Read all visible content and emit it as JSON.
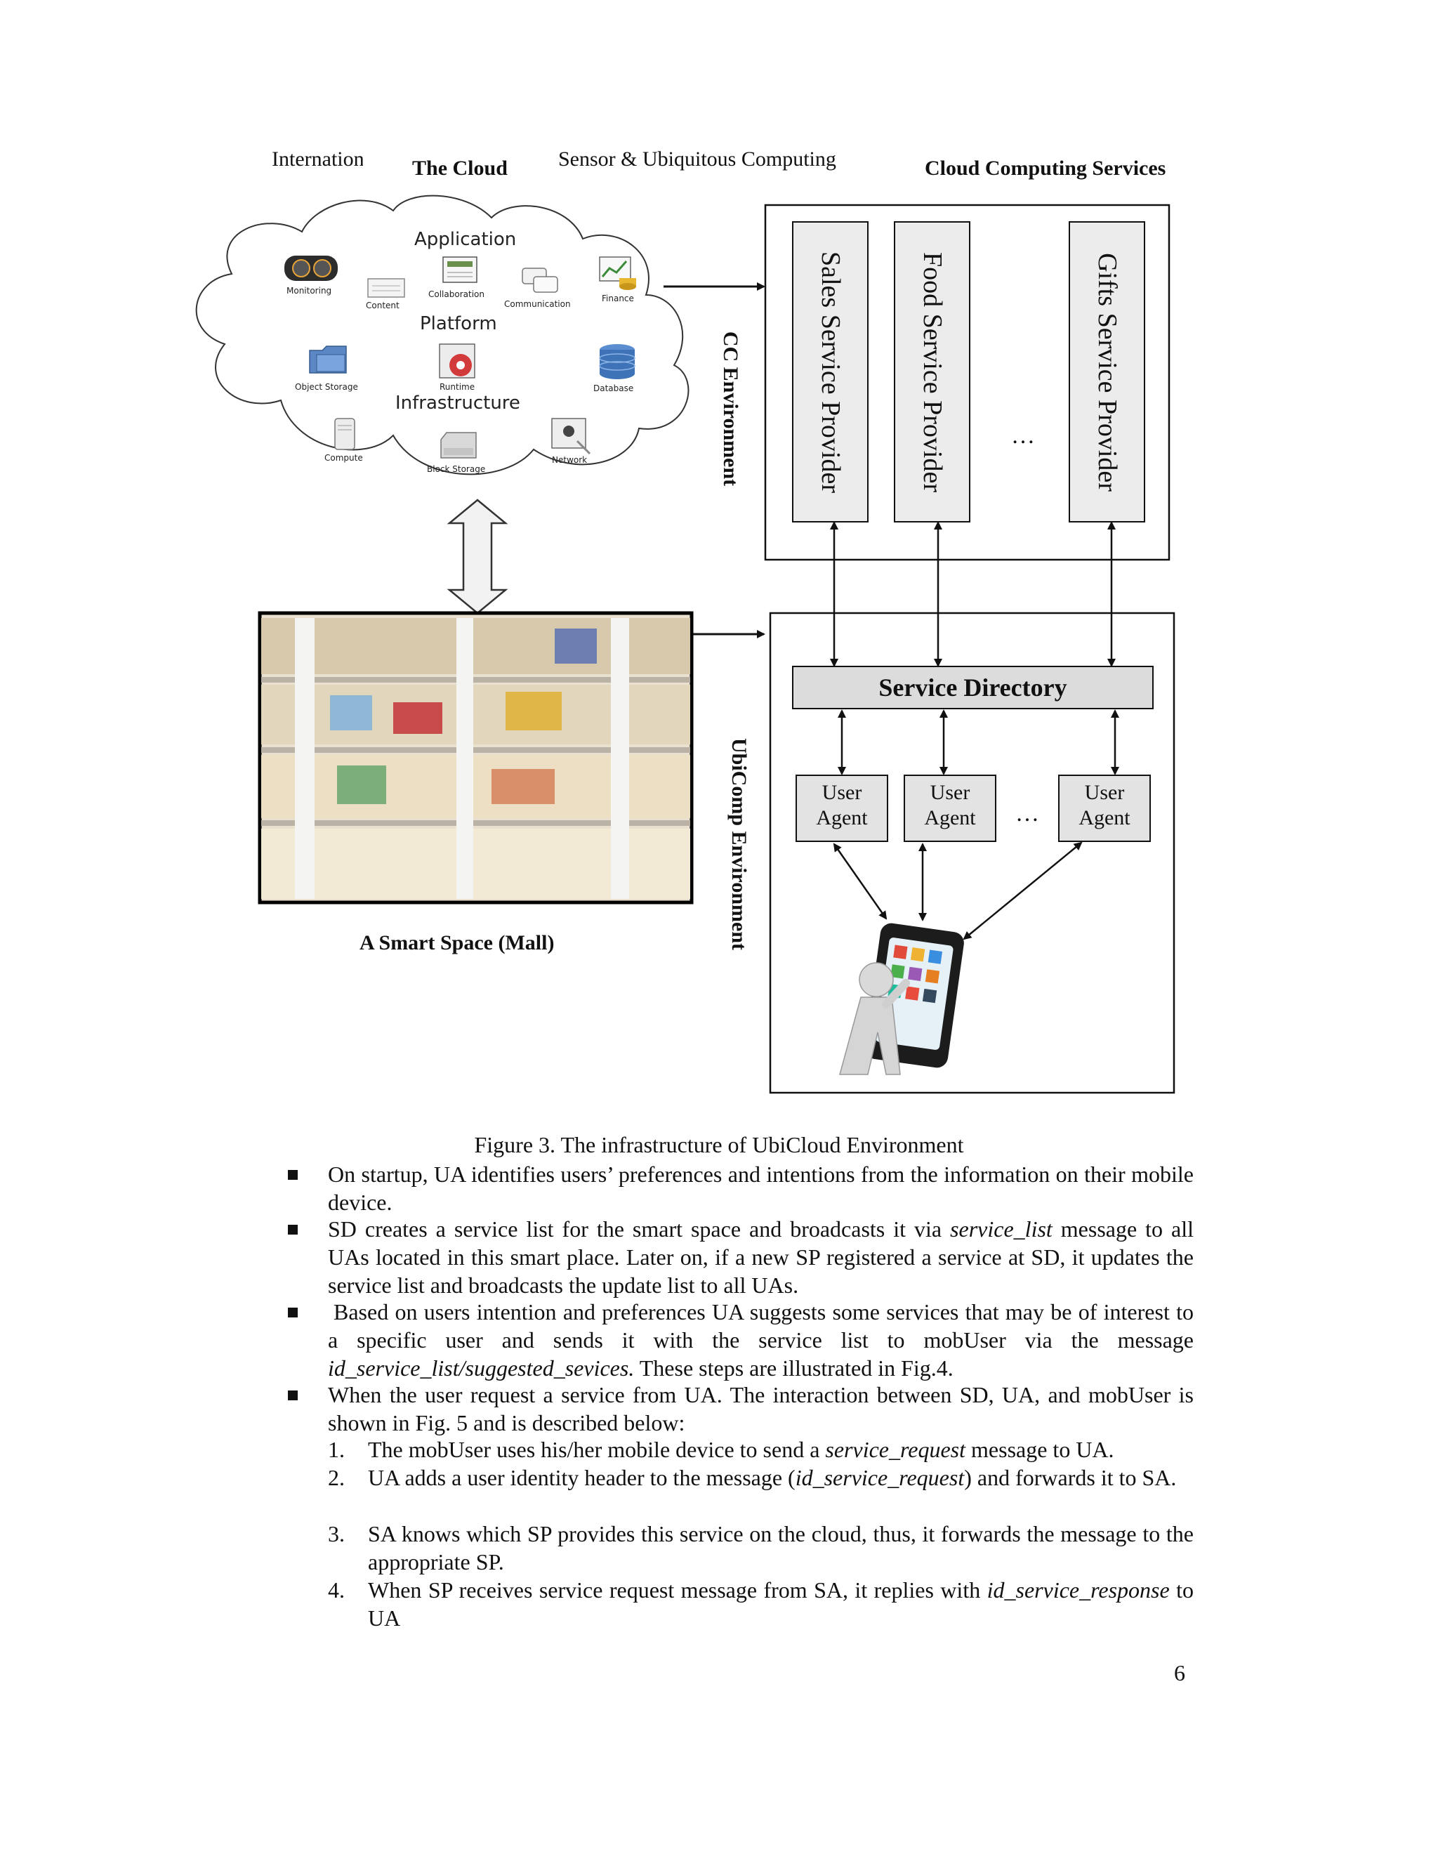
{
  "header": {
    "left_fragment": "Internation",
    "center_fragment": "Sensor & Ubiquitous Computing",
    "cloud_title": "The Cloud",
    "services_title": "Cloud Computing Services"
  },
  "cloud": {
    "application": "Application",
    "platform": "Platform",
    "infrastructure": "Infrastructure",
    "icons": {
      "monitoring": "Monitoring",
      "content": "Content",
      "collaboration": "Collaboration",
      "communication": "Communication",
      "finance": "Finance",
      "object_storage": "Object Storage",
      "runtime": "Runtime",
      "database": "Database",
      "compute": "Compute",
      "block_storage": "Block Storage",
      "network": "Network"
    }
  },
  "cc": {
    "env_label": "CC Environment",
    "providers": [
      "Sales Service Provider",
      "Food Service Provider",
      "Gifts Service Provider"
    ],
    "ellipsis": "…"
  },
  "ubicomp": {
    "env_label": "UbiComp Environment",
    "directory": "Service Directory",
    "agent_line1": "User",
    "agent_line2": "Agent",
    "ellipsis": "…"
  },
  "mall_caption": "A Smart Space (Mall)",
  "figure_caption": "Figure 3. The infrastructure of UbiCloud Environment",
  "bullets": {
    "b1": "On startup, UA identifies users’ preferences and intentions from the information on their mobile device.",
    "b2_pre": "SD creates a service list for the smart space and broadcasts it via ",
    "b2_em": "service_list",
    "b2_post": " message to all UAs located in this smart place. Later on, if a new SP registered a service at SD, it updates the service list and broadcasts the update list to all UAs.",
    "b3_pre": "Based on users intention and preferences UA suggests some services that may be of interest to a specific user and sends it with the service list to mobUser via the message ",
    "b3_em": "id_service_list/suggested_sevices.",
    "b3_post": " These steps are illustrated in Fig.4.",
    "b4": "When the user request a service from UA. The interaction between SD, UA, and mobUser is shown in Fig. 5 and is described below:"
  },
  "steps": {
    "n1": "1.",
    "s1_pre": "The mobUser uses his/her mobile device to send a ",
    "s1_em": "service_request",
    "s1_post": " message to UA.",
    "n2": "2.",
    "s2_pre": "UA adds a user identity header to the message (",
    "s2_em": "id_service_request",
    "s2_post": ") and forwards it to SA.",
    "n3": "3.",
    "s3": "SA knows which SP provides this service on the cloud, thus,  it forwards the message to the appropriate SP.",
    "n4": "4.",
    "s4_pre": "When SP receives service request message from SA, it replies with ",
    "s4_em": "id_service_response",
    "s4_post": " to UA"
  },
  "page_number": "6"
}
